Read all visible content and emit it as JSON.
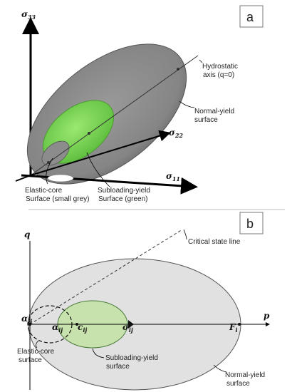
{
  "panel_a": {
    "badge": "a",
    "axes": {
      "s33": "σ",
      "s33_sub": "33",
      "s22": "σ",
      "s22_sub": "22",
      "s11": "σ",
      "s11_sub": "11"
    },
    "hydrostatic": [
      "Hydrostatic",
      "axis (q=0)"
    ],
    "normal_yield": [
      "Normal-yield",
      "surface"
    ],
    "subloading": [
      "Subloading-yield",
      "Surface (green)"
    ],
    "elastic_core": [
      "Elastic-core",
      "Surface (small grey)"
    ]
  },
  "panel_b": {
    "badge": "b",
    "q_axis": "q",
    "p_axis": "p",
    "critical_state": "Critical state line",
    "alpha_left": "α",
    "alpha_left_sub": "ij",
    "alpha_inner": "α",
    "alpha_inner_sub": "ij",
    "c_ij": "c",
    "c_ij_sub": "ij",
    "sigma_ij": "σ",
    "sigma_ij_sub": "ij",
    "F": "F",
    "F_sub": "i",
    "elastic_core": [
      "Elastic-core",
      "surface"
    ],
    "subloading": [
      "Subloading-yield",
      "surface"
    ],
    "normal_yield": [
      "Normal-yield",
      "surface"
    ]
  },
  "colors": {
    "grey_surface": "#8a8a8a",
    "green_surface": "#7ed957",
    "light_grey": "#e0e0e0",
    "light_green": "#c9e3b0"
  }
}
